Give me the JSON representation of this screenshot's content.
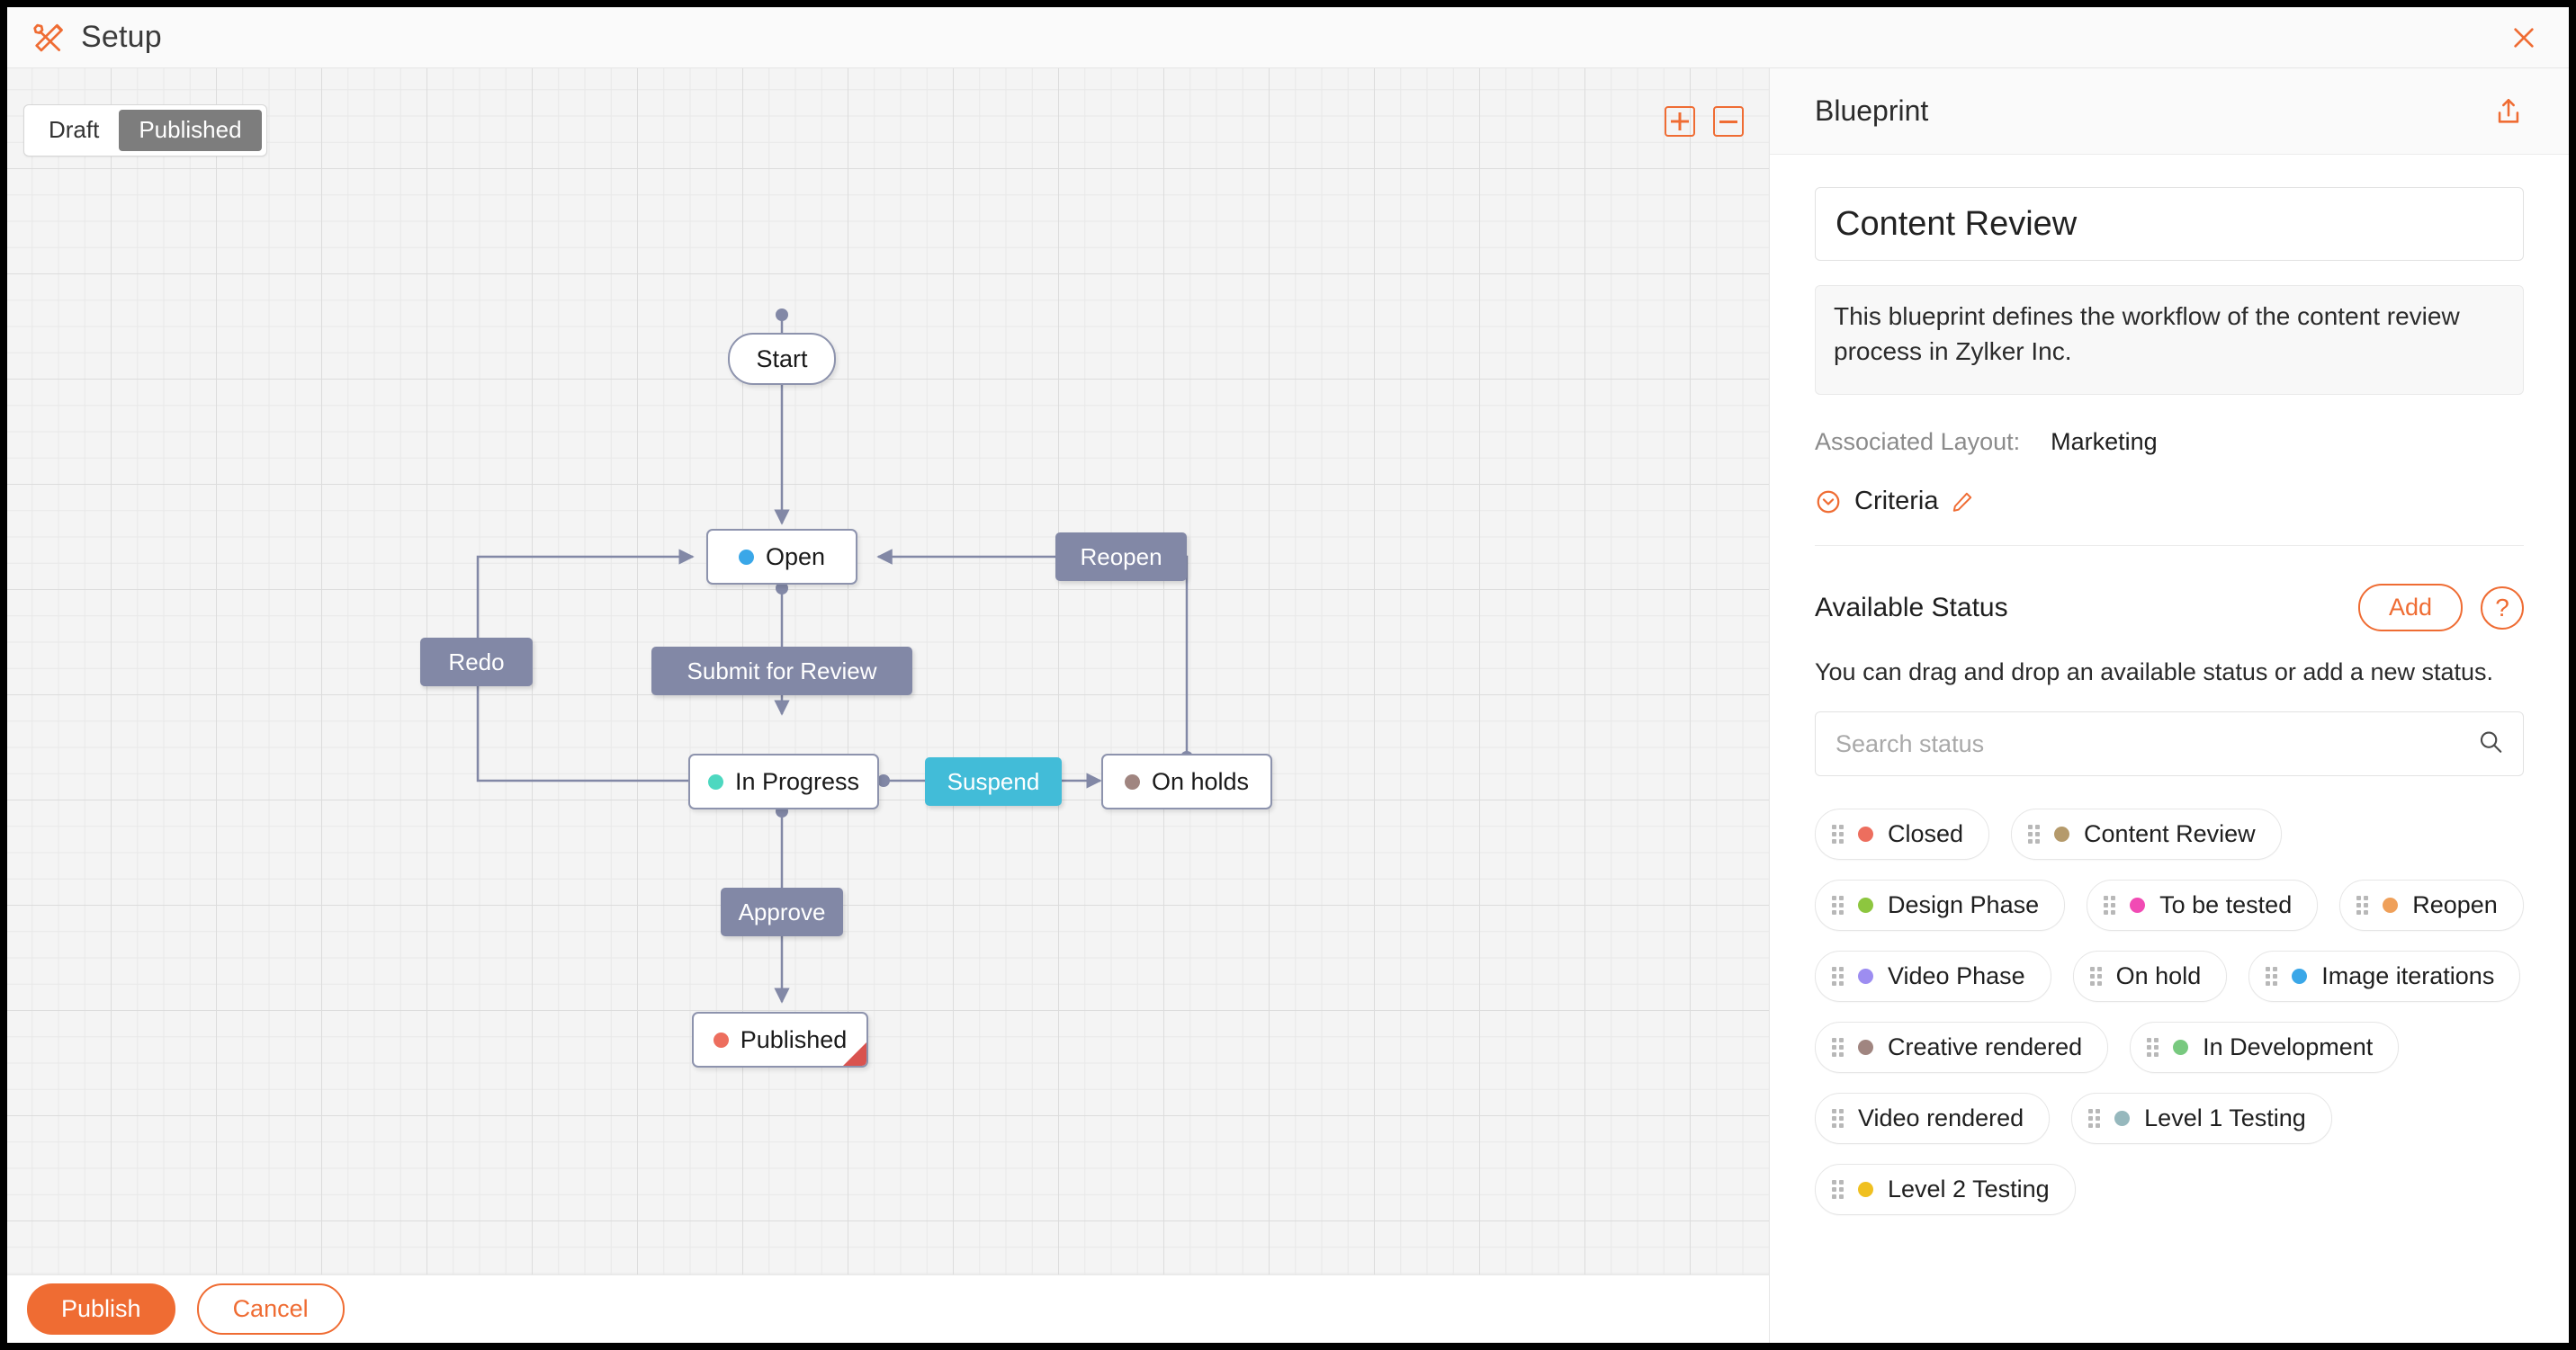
{
  "header": {
    "title": "Setup",
    "setup_icon": "tools-icon",
    "close_icon": "close-icon"
  },
  "canvas": {
    "mode_toggle": {
      "draft": "Draft",
      "published": "Published",
      "active": "Published"
    },
    "zoom_in_icon": "zoom-in-icon",
    "zoom_out_icon": "zoom-out-icon",
    "nodes": [
      {
        "id": "start",
        "label": "Start",
        "dot": null
      },
      {
        "id": "open",
        "label": "Open",
        "dot": "#3aa7e8"
      },
      {
        "id": "in-progress",
        "label": "In Progress",
        "dot": "#4dd8c0"
      },
      {
        "id": "on-holds",
        "label": "On holds",
        "dot": "#a08580"
      },
      {
        "id": "published",
        "label": "Published",
        "dot": "#ed6e5e"
      }
    ],
    "transitions": [
      {
        "id": "submit-for-review",
        "label": "Submit for Review",
        "color": "#8288a6"
      },
      {
        "id": "redo",
        "label": "Redo",
        "color": "#8288a6"
      },
      {
        "id": "reopen",
        "label": "Reopen",
        "color": "#8288a6"
      },
      {
        "id": "suspend",
        "label": "Suspend",
        "color": "#42bcd8"
      },
      {
        "id": "approve",
        "label": "Approve",
        "color": "#8288a6"
      }
    ]
  },
  "footer": {
    "publish": "Publish",
    "cancel": "Cancel"
  },
  "panel": {
    "title": "Blueprint",
    "share_icon": "share-icon",
    "blueprint_name": "Content Review",
    "blueprint_description": "This blueprint defines the workflow of the content review process in Zylker Inc.",
    "associated_layout_label": "Associated Layout:",
    "associated_layout_value": "Marketing",
    "criteria_label": "Criteria",
    "criteria_chevron_icon": "chevron-down-circle-icon",
    "criteria_edit_icon": "pencil-icon",
    "status": {
      "heading": "Available Status",
      "add_label": "Add",
      "help_label": "?",
      "hint": "You can drag and drop an available status or add a new status.",
      "search_placeholder": "Search status",
      "search_value": "",
      "search_icon": "search-icon",
      "items": [
        {
          "label": "Closed",
          "color": "#ed6e5e"
        },
        {
          "label": "Content Review",
          "color": "#b59a6b"
        },
        {
          "label": "Design Phase",
          "color": "#8dc63f"
        },
        {
          "label": "To be tested",
          "color": "#f14bb4"
        },
        {
          "label": "Reopen",
          "color": "#efa05a"
        },
        {
          "label": "Video Phase",
          "color": "#9d8df1"
        },
        {
          "label": "On hold",
          "color": null
        },
        {
          "label": "Image iterations",
          "color": "#3aa7e8"
        },
        {
          "label": "Creative rendered",
          "color": "#a08580"
        },
        {
          "label": "In Development",
          "color": "#78c97f"
        },
        {
          "label": "Video rendered",
          "color": null
        },
        {
          "label": "Level 1 Testing",
          "color": "#96b8bd"
        },
        {
          "label": "Level 2 Testing",
          "color": "#f0c020"
        }
      ]
    }
  },
  "colors": {
    "accent": "#ef6c33",
    "transition_default": "#8288a6",
    "transition_suspend": "#42bcd8",
    "node_border": "#8d93ad",
    "end_flag": "#d9534f"
  }
}
